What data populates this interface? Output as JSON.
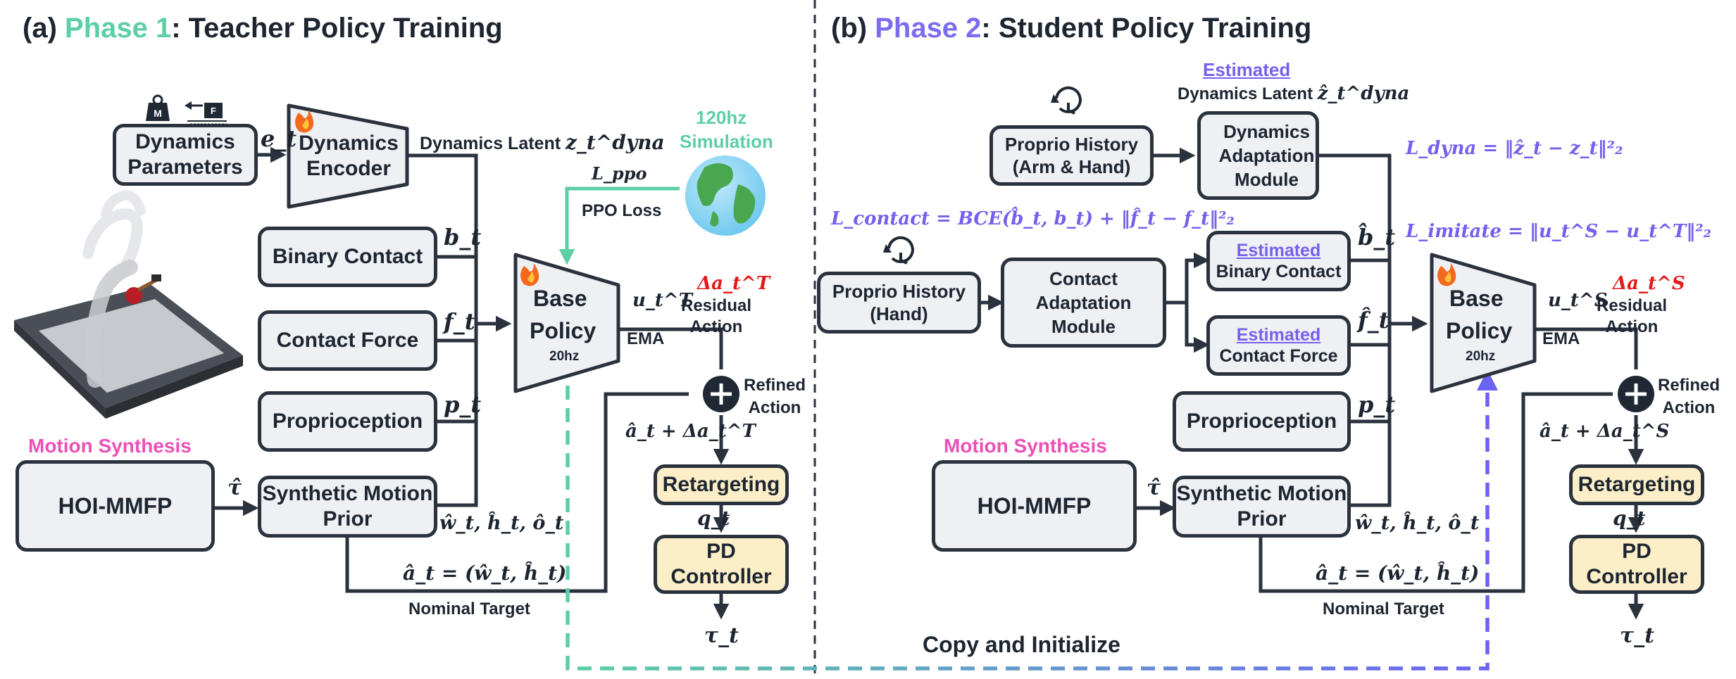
{
  "colors": {
    "phase1": "#5ccfa4",
    "phase2": "#7b6cf0",
    "motion": "#ec4fb6",
    "residual": "#e51919",
    "box": "#eef0f3",
    "yellow": "#fcefc7",
    "line": "#2a323e"
  },
  "icons": [
    "weight-icon",
    "force-arrow-icon",
    "fire-icon",
    "snowflake-icon",
    "earth-globe-icon",
    "history-clock-icon",
    "robot-arm-image",
    "plus-circle-icon"
  ],
  "phase1": {
    "title_prefix": "(a)",
    "title_phase": "Phase 1",
    "title_rest": ": Teacher Policy Training",
    "dynamics_parameters": "Dynamics Parameters",
    "e_t": "e_t",
    "dynamics_encoder": "Dynamics Encoder",
    "dynamics_latent_label": "Dynamics Latent",
    "z_dyna": "z_t^dyna",
    "sim_rate": "120hz",
    "sim_label": "Simulation",
    "l_ppo": "L_ppo",
    "ppo_loss": "PPO Loss",
    "binary_contact": "Binary Contact",
    "b_t": "b_t",
    "contact_force": "Contact Force",
    "f_t": "f_t",
    "proprioception": "Proprioception",
    "p_t": "p_t",
    "base_policy_line1": "Base",
    "base_policy_line2": "Policy",
    "base_policy_rate": "20hz",
    "u_t": "u_t^T",
    "ema": "EMA",
    "delta_a": "Δa_t^T",
    "residual_action": "Residual Action",
    "refined_action": "Refined Action",
    "motion_synthesis": "Motion Synthesis",
    "hoi_mmfp": "HOI-MMFP",
    "tau_hat": "τ̂",
    "synthetic_motion_prior": "Synthetic Motion Prior",
    "whot": "ŵ_t, ĥ_t, ô_t",
    "a_plus": "â_t + Δa_t^T",
    "a_hat_eq": "â_t = (ŵ_t, ĥ_t)",
    "nominal_target": "Nominal Target",
    "retargeting": "Retargeting",
    "q_t": "q_t",
    "pd_controller": "PD Controller",
    "tau_t": "τ_t"
  },
  "phase2": {
    "title_prefix": "(b)",
    "title_phase": "Phase 2",
    "title_rest": ": Student Policy Training",
    "estimated": "Estimated",
    "dynamics_latent_label": "Dynamics Latent",
    "z_hat_dyna": "ẑ_t^dyna",
    "proprio_history_arm": "Proprio History (Arm & Hand)",
    "dynamics_adaptation": "Dynamics Adaptation Module",
    "l_dyna": "L_dyna = ‖ẑ_t − z_t‖²₂",
    "l_contact": "L_contact = BCE(b̂_t, b_t) + ‖f̂_t − f_t‖²₂",
    "l_imitate": "L_imitate = ‖u_t^S − u_t^T‖²₂",
    "proprio_history_hand": "Proprio History (Hand)",
    "contact_adaptation": "Contact Adaptation Module",
    "est_binary": "Estimated",
    "binary_contact": "Binary Contact",
    "est_force": "Estimated",
    "contact_force": "Contact Force",
    "b_hat": "b̂_t",
    "f_hat": "f̂_t",
    "proprioception": "Proprioception",
    "p_t": "p_t",
    "base_policy_line1": "Base",
    "base_policy_line2": "Policy",
    "base_policy_rate": "20hz",
    "u_t": "u_t^S",
    "ema": "EMA",
    "delta_a": "Δa_t^S",
    "residual_action": "Residual Action",
    "refined_action": "Refined Action",
    "motion_synthesis": "Motion Synthesis",
    "hoi_mmfp": "HOI-MMFP",
    "tau_hat": "τ̂",
    "synthetic_motion_prior": "Synthetic Motion Prior",
    "whot": "ŵ_t, ĥ_t, ô_t",
    "a_plus": "â_t + Δa_t^S",
    "a_hat_eq": "â_t = (ŵ_t, ĥ_t)",
    "nominal_target": "Nominal Target",
    "retargeting": "Retargeting",
    "q_t": "q_t",
    "pd_controller": "PD Controller",
    "tau_t": "τ_t"
  },
  "copy_initialize": "Copy and Initialize"
}
